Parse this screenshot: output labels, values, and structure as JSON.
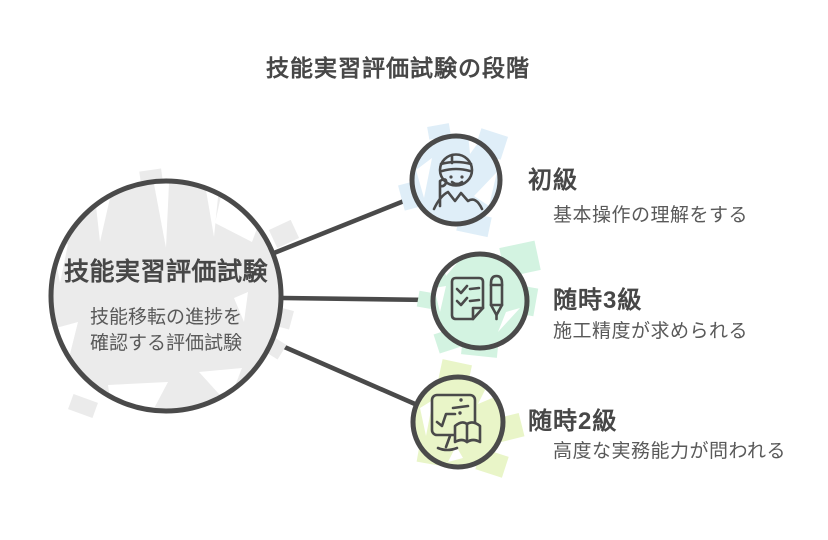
{
  "title": "技能実習評価試験の段階",
  "colors": {
    "background": "#ffffff",
    "outline": "#4a4a4a",
    "heading_text": "#474747",
    "body_text": "#595959",
    "white": "#ffffff",
    "center_fill": "#ebebeb"
  },
  "center_node": {
    "title": "技能実習評価試験",
    "description_line1": "技能移転の進捗を",
    "description_line2": "確認する評価試験"
  },
  "levels": [
    {
      "name": "初級",
      "description": "基本操作の理解をする",
      "icon": "worker-icon",
      "fill": "#dfeef8"
    },
    {
      "name": "随時3級",
      "description": "施工精度が求められる",
      "icon": "checklist-pen-icon",
      "fill": "#d3f3e1"
    },
    {
      "name": "随時2級",
      "description": "高度な実務能力が問われる",
      "icon": "monitor-book-icon",
      "fill": "#e9f5c8"
    }
  ]
}
